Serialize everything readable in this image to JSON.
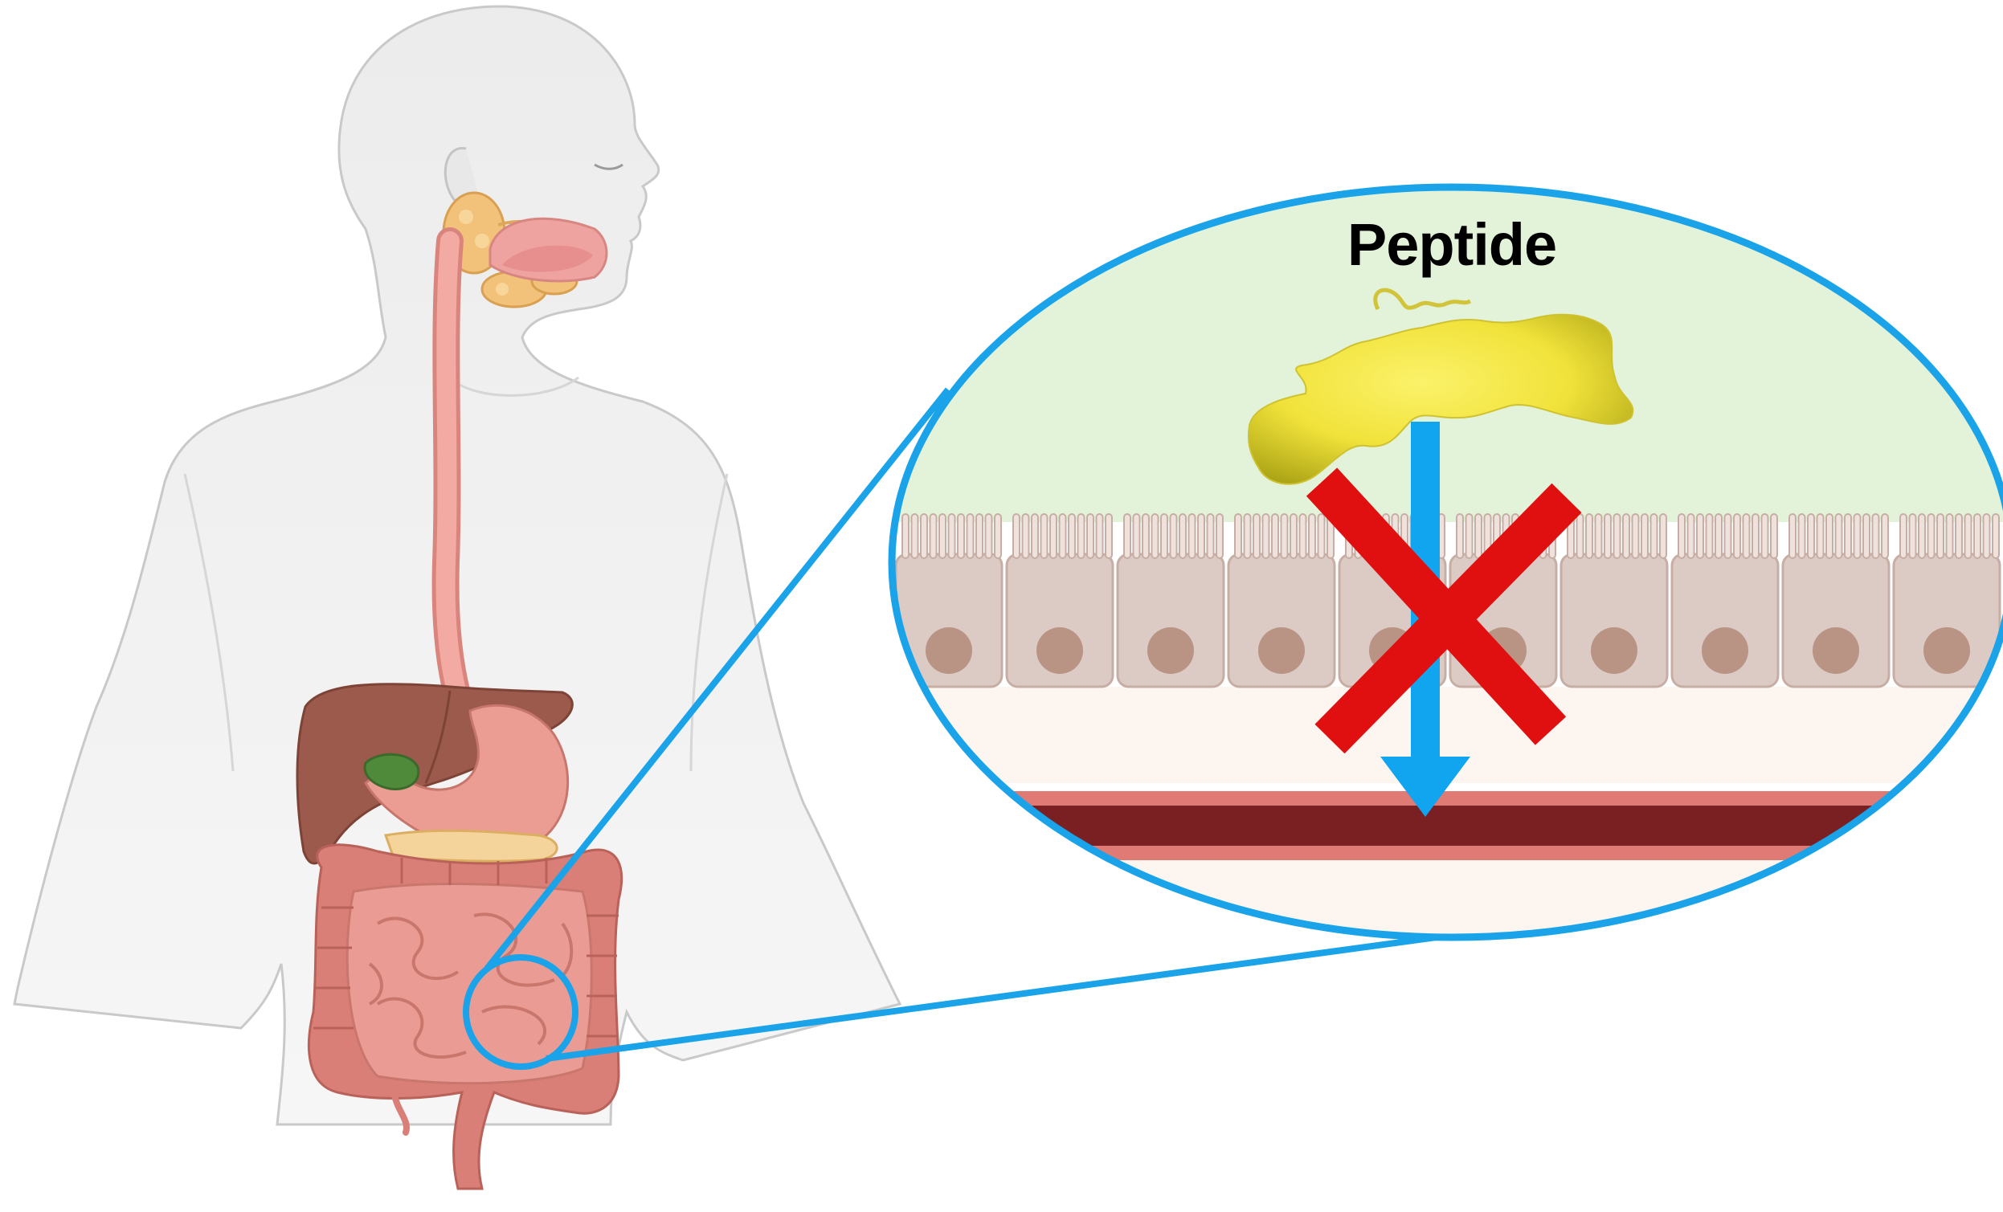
{
  "labels": {
    "peptide": "Peptide"
  },
  "elements": {
    "human_silhouette": "human-body-outline",
    "digestive_organs": [
      "salivary-glands",
      "esophagus",
      "liver",
      "gallbladder",
      "stomach",
      "pancreas",
      "large-intestine",
      "small-intestine",
      "rectum"
    ],
    "zoom_region": "small-intestine-detail",
    "blocked_indicator": "red-x-mark",
    "transport_arrow": "downward-blue-arrow"
  },
  "colors": {
    "accent_blue": "#1aa3e8",
    "blocked_red": "#e01010",
    "lumen_green": "#e3f3d9",
    "cell_fill": "#dccbc4",
    "nucleus": "#b99484",
    "blood_vessel": "#7a1f22",
    "peptide_yellow": "#f3e84a",
    "skin": "#eeeeee",
    "intestine_pink": "#e99a92"
  }
}
